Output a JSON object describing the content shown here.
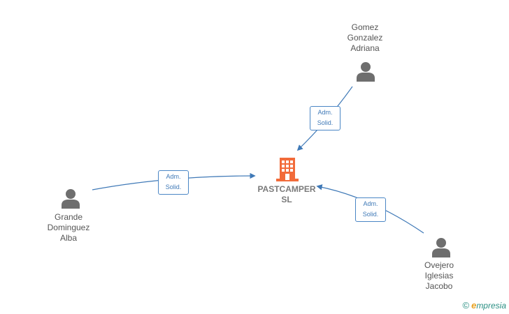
{
  "company": {
    "name_line1": "PASTCAMPER",
    "name_line2": "SL",
    "icon": "building-icon",
    "color": "#f26b3a"
  },
  "people": [
    {
      "id": "gomez",
      "line1": "Gomez",
      "line2": "Gonzalez",
      "line3": "Adriana",
      "icon": "person-icon"
    },
    {
      "id": "grande",
      "line1": "Grande",
      "line2": "Dominguez",
      "line3": "Alba",
      "icon": "person-icon"
    },
    {
      "id": "ovejero",
      "line1": "Ovejero",
      "line2": "Iglesias",
      "line3": "Jacobo",
      "icon": "person-icon"
    }
  ],
  "roles": [
    {
      "from": "gomez",
      "line1": "Adm.",
      "line2": "Solid."
    },
    {
      "from": "grande",
      "line1": "Adm.",
      "line2": "Solid."
    },
    {
      "from": "ovejero",
      "line1": "Adm.",
      "line2": "Solid."
    }
  ],
  "colors": {
    "edge": "#3f79b7",
    "person": "#6e6e6e",
    "text": "#555555"
  },
  "brand": {
    "copyright": "©",
    "e": "e",
    "rest": "mpresia"
  }
}
